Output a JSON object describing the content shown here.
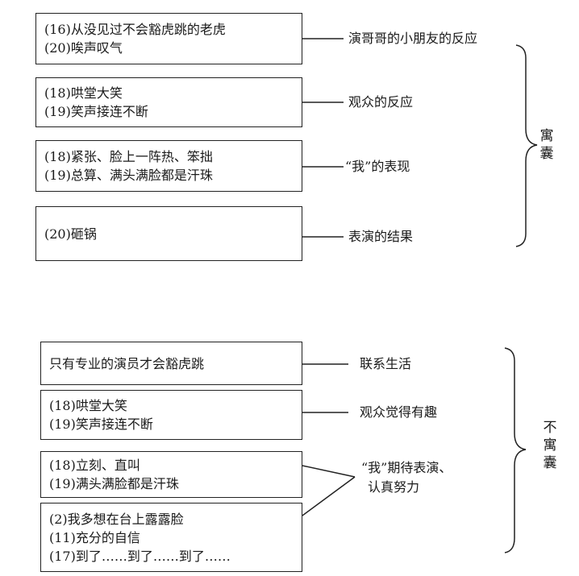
{
  "top": {
    "boxes": [
      {
        "lines": [
          "(16)从没见过不会豁虎跳的老虎",
          "(20)唉声叹气"
        ]
      },
      {
        "lines": [
          "(18)哄堂大笑",
          "(19)笑声接连不断"
        ]
      },
      {
        "lines": [
          "(18)紧张、脸上一阵热、笨拙",
          "(19)总算、满头满脸都是汗珠"
        ]
      },
      {
        "lines": [
          "(20)砸锅"
        ]
      }
    ],
    "labels": [
      "演哥哥的小朋友的反应",
      "观众的反应",
      "“我”的表现",
      "表演的结果"
    ],
    "group_label": "寓囊"
  },
  "bottom": {
    "boxes": [
      {
        "lines": [
          "只有专业的演员才会豁虎跳"
        ]
      },
      {
        "lines": [
          "(18)哄堂大笑",
          "(19)笑声接连不断"
        ]
      },
      {
        "lines": [
          "(18)立刻、直叫",
          "(19)满头满脸都是汗珠"
        ]
      },
      {
        "lines": [
          "(2)我多想在台上露露脸",
          "(11)充分的自信",
          "(17)到了……到了……到了……"
        ]
      }
    ],
    "labels": [
      "联系生活",
      "观众觉得有趣",
      "“我”期待表演、",
      "认真努力"
    ],
    "group_label": "不寓囊"
  }
}
